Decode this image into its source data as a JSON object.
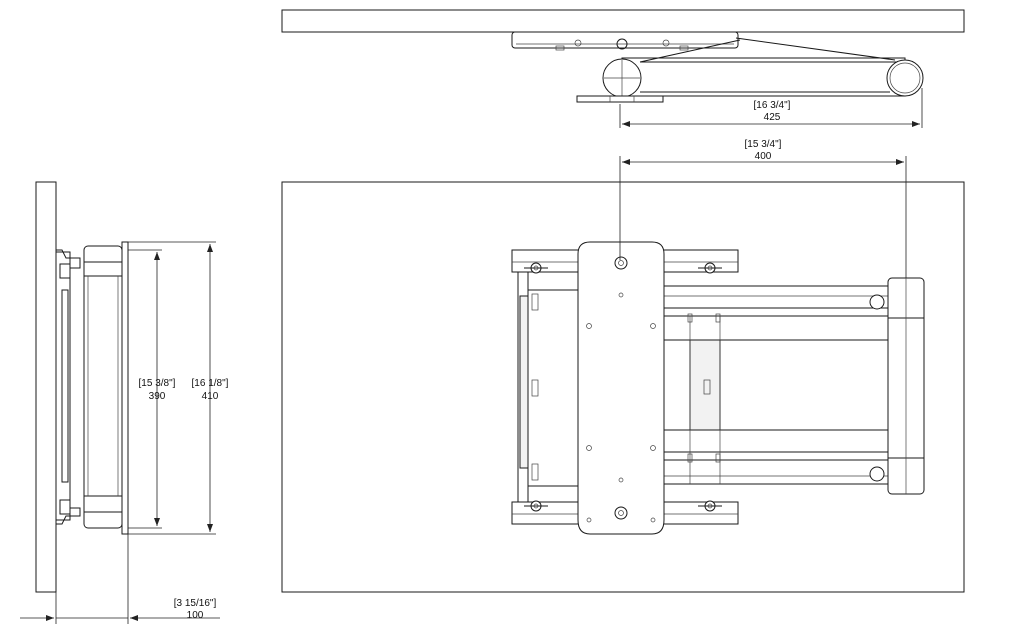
{
  "dimensions": {
    "top_arm_length": {
      "imperial": "[16 3/4\"]",
      "metric": "425"
    },
    "plate_width": {
      "imperial": "[15 3/4\"]",
      "metric": "400"
    },
    "plate_height_inner": {
      "imperial": "[15 3/8\"]",
      "metric": "390"
    },
    "plate_height_outer": {
      "imperial": "[16 1/8\"]",
      "metric": "410"
    },
    "wall_depth": {
      "imperial": "[3 15/16\"]",
      "metric": "100"
    }
  }
}
